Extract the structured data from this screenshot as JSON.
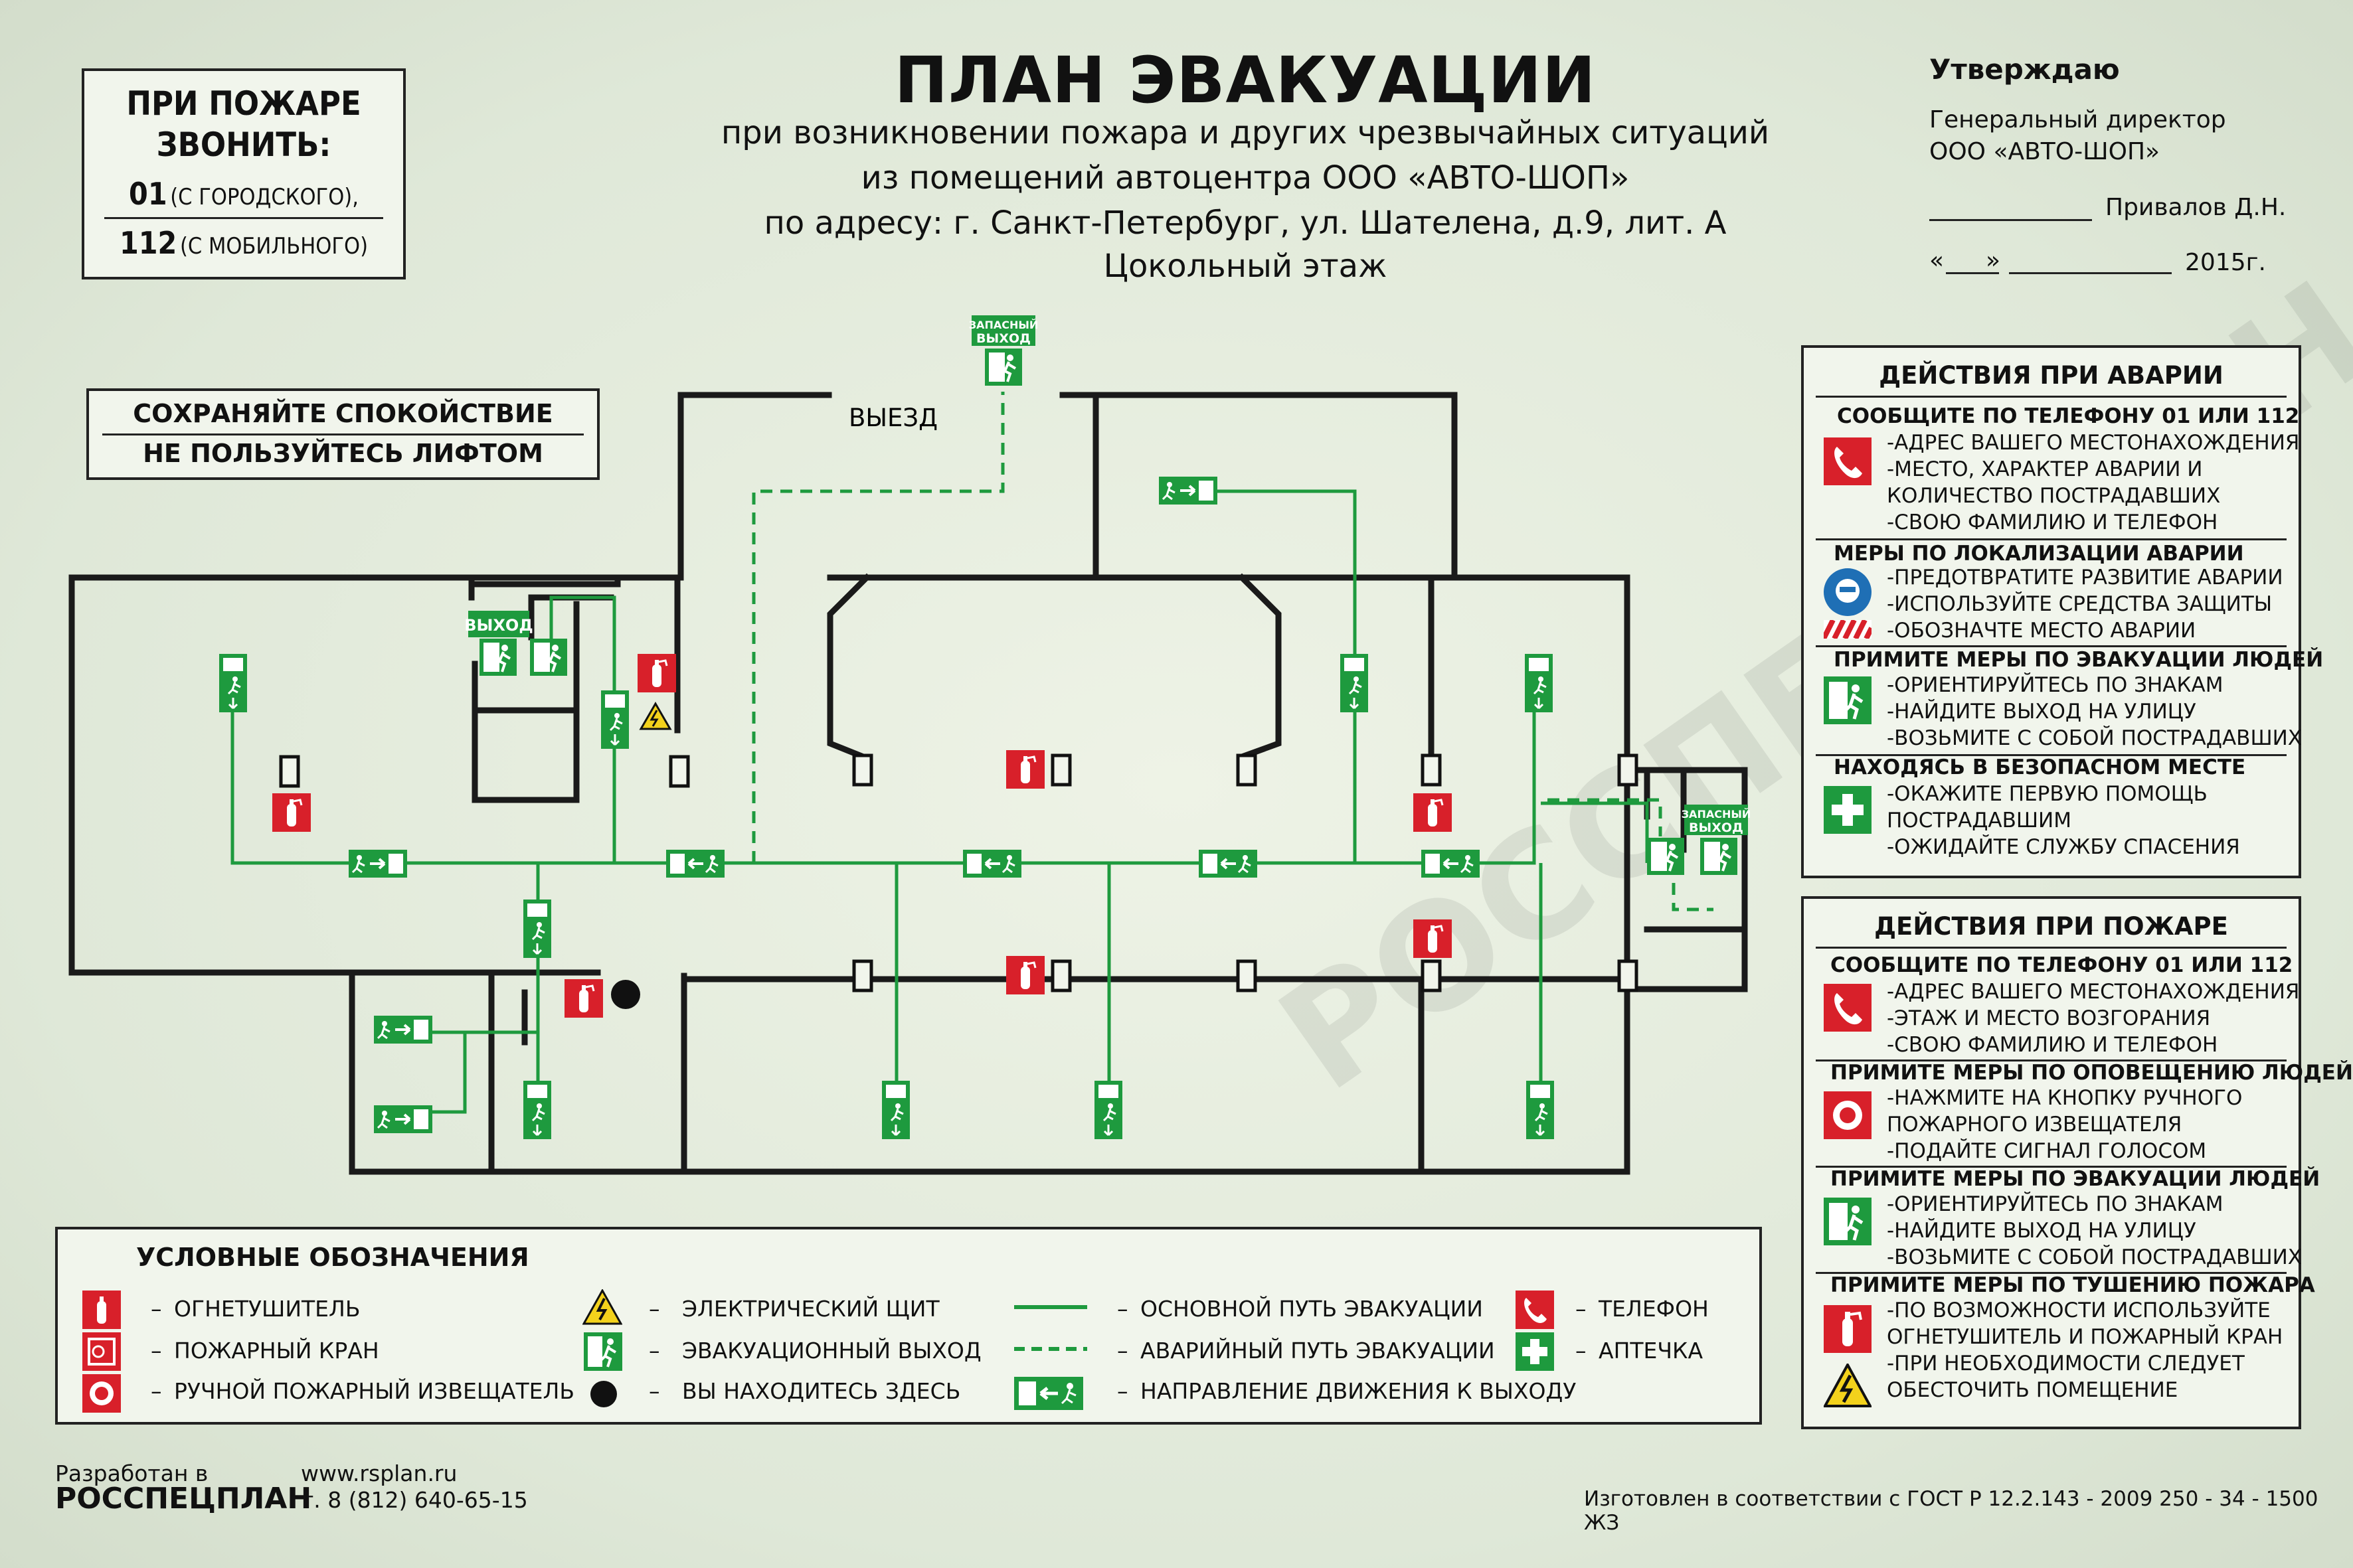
{
  "header": {
    "title": "ПЛАН ЭВАКУАЦИИ",
    "subtitle_lines": [
      "при возникновении пожара и других чрезвычайных ситуаций",
      "из помещений автоцентра ООО «АВТО-ШОП»",
      "по адресу: г. Санкт-Петербург, ул. Шателена, д.9, лит. А",
      "Цокольный этаж"
    ]
  },
  "emergency_call": {
    "line1": "ПРИ ПОЖАРЕ",
    "line2": "ЗВОНИТЬ:",
    "city_number": "01",
    "city_note": "(С ГОРОДСКОГО),",
    "mobile_number": "112",
    "mobile_note": "(С МОБИЛЬНОГО)"
  },
  "calm_notice": {
    "line1": "СОХРАНЯЙТЕ  СПОКОЙСТВИЕ",
    "line2": "НЕ ПОЛЬЗУЙТЕСЬ ЛИФТОМ"
  },
  "approval": {
    "heading": "Утверждаю",
    "position": "Генеральный директор",
    "company": "ООО «АВТО-ШОП»",
    "signatory": "Привалов Д.Н.",
    "date_open": "«",
    "date_close": "»",
    "year": "2015г."
  },
  "plan": {
    "exit_label": "ВЫЕЗД",
    "exit_sign_top": "ВЫХОД",
    "spare_exit_label_1": "ЗАПАСНЫЙ",
    "spare_exit_label_2": "ВЫХОД",
    "watermark": "РОССПЕЦПЛАН"
  },
  "accident_panel": {
    "title": "ДЕЙСТВИЯ ПРИ АВАРИИ",
    "sections": [
      {
        "heading": "СООБЩИТЕ ПО ТЕЛЕФОНУ  01 ИЛИ 112",
        "icon": "telephone-icon",
        "items": [
          "-АДРЕС ВАШЕГО МЕСТОНАХОЖДЕНИЯ",
          "-МЕСТО, ХАРАКТЕР АВАРИИ И",
          "КОЛИЧЕСТВО ПОСТРАДАВШИХ",
          "-СВОЮ ФАМИЛИЮ И  ТЕЛЕФОН"
        ]
      },
      {
        "heading": "МЕРЫ ПО ЛОКАЛИЗАЦИИ АВАРИИ",
        "icon": "protective-mask-icon",
        "items": [
          "-ПРЕДОТВРАТИТЕ РАЗВИТИЕ АВАРИИ",
          "-ИСПОЛЬЗУЙТЕ СРЕДСТВА ЗАЩИТЫ",
          "-ОБОЗНАЧТЕ МЕСТО АВАРИИ"
        ]
      },
      {
        "heading": "ПРИМИТЕ МЕРЫ ПО ЭВАКУАЦИИ ЛЮДЕЙ",
        "icon": "exit-sign-icon",
        "items": [
          "-ОРИЕНТИРУЙТЕСЬ ПО ЗНАКАМ",
          "-НАЙДИТЕ ВЫХОД НА УЛИЦУ",
          "-ВОЗЬМИТЕ С СОБОЙ ПОСТРАДАВШИХ"
        ]
      },
      {
        "heading": "НАХОДЯСЬ В БЕЗОПАСНОМ МЕСТЕ",
        "icon": "first-aid-icon",
        "items": [
          "-ОКАЖИТЕ ПЕРВУЮ ПОМОЩЬ",
          "ПОСТРАДАВШИМ",
          "-ОЖИДАЙТЕ СЛУЖБУ СПАСЕНИЯ"
        ]
      }
    ]
  },
  "fire_panel": {
    "title": "ДЕЙСТВИЯ ПРИ ПОЖАРЕ",
    "sections": [
      {
        "heading": "СООБЩИТЕ ПО ТЕЛЕФОНУ  01 ИЛИ 112",
        "icon": "telephone-icon",
        "items": [
          "-АДРЕС ВАШЕГО МЕСТОНАХОЖДЕНИЯ",
          "-ЭТАЖ И МЕСТО ВОЗГОРАНИЯ",
          "-СВОЮ ФАМИЛИЮ И  ТЕЛЕФОН"
        ]
      },
      {
        "heading": "ПРИМИТЕ МЕРЫ ПО ОПОВЕЩЕНИЮ ЛЮДЕЙ",
        "icon": "fire-alarm-button-icon",
        "items": [
          "-НАЖМИТЕ НА КНОПКУ РУЧНОГО",
          "ПОЖАРНОГО ИЗВЕЩАТЕЛЯ",
          "-ПОДАЙТЕ СИГНАЛ ГОЛОСОМ"
        ]
      },
      {
        "heading": "ПРИМИТЕ МЕРЫ ПО ЭВАКУАЦИИ ЛЮДЕЙ",
        "icon": "exit-sign-icon",
        "items": [
          "-ОРИЕНТИРУЙТЕСЬ ПО ЗНАКАМ",
          "-НАЙДИТЕ ВЫХОД НА УЛИЦУ",
          "-ВОЗЬМИТЕ С СОБОЙ ПОСТРАДАВШИХ"
        ]
      },
      {
        "heading": "ПРИМИТЕ МЕРЫ ПО ТУШЕНИЮ ПОЖАРА",
        "icon": "extinguisher-icon",
        "items": [
          "-ПО ВОЗМОЖНОСТИ ИСПОЛЬЗУЙТЕ",
          "ОГНЕТУШИТЕЛЬ И ПОЖАРНЫЙ КРАН",
          "-ПРИ НЕОБХОДИМОСТИ СЛЕДУЕТ",
          "ОБЕСТОЧИТЬ ПОМЕЩЕНИЕ"
        ]
      }
    ]
  },
  "legend": {
    "title": "УСЛОВНЫЕ ОБОЗНАЧЕНИЯ",
    "dash": "–",
    "items": [
      {
        "icon": "extinguisher-icon",
        "label": "ОГНЕТУШИТЕЛЬ"
      },
      {
        "icon": "fire-hydrant-icon",
        "label": "ПОЖАРНЫЙ КРАН"
      },
      {
        "icon": "fire-alarm-button-icon",
        "label": "РУЧНОЙ ПОЖАРНЫЙ ИЗВЕЩАТЕЛЬ"
      },
      {
        "icon": "electric-panel-icon",
        "label": "ЭЛЕКТРИЧЕСКИЙ ЩИТ"
      },
      {
        "icon": "exit-sign-icon",
        "label": "ЭВАКУАЦИОННЫЙ ВЫХОД"
      },
      {
        "icon": "you-are-here-icon",
        "label": "ВЫ НАХОДИТЕСЬ ЗДЕСЬ"
      },
      {
        "icon": "main-route-line-icon",
        "label": "ОСНОВНОЙ ПУТЬ ЭВАКУАЦИИ"
      },
      {
        "icon": "emergency-route-line-icon",
        "label": "АВАРИЙНЫЙ ПУТЬ ЭВАКУАЦИИ"
      },
      {
        "icon": "direction-arrow-icon",
        "label": "НАПРАВЛЕНИЕ ДВИЖЕНИЯ К ВЫХОДУ"
      },
      {
        "icon": "telephone-icon",
        "label": "ТЕЛЕФОН"
      },
      {
        "icon": "first-aid-icon",
        "label": "АПТЕЧКА"
      }
    ]
  },
  "footer": {
    "developed_by": "Разработан в",
    "brand": "РОССПЕЦПЛАН",
    "website": "www.rsplan.ru",
    "phone": "т. 8 (812) 640-65-15",
    "standard_note": "Изготовлен в соответствии с ГОСТ Р 12.2.143 - 2009 250 - 34 - 1500 ЖЗ"
  },
  "colors": {
    "green": "#1e9a3e",
    "red": "#d8202a",
    "yellow": "#f3d21c",
    "wall": "#1a1a1a"
  }
}
